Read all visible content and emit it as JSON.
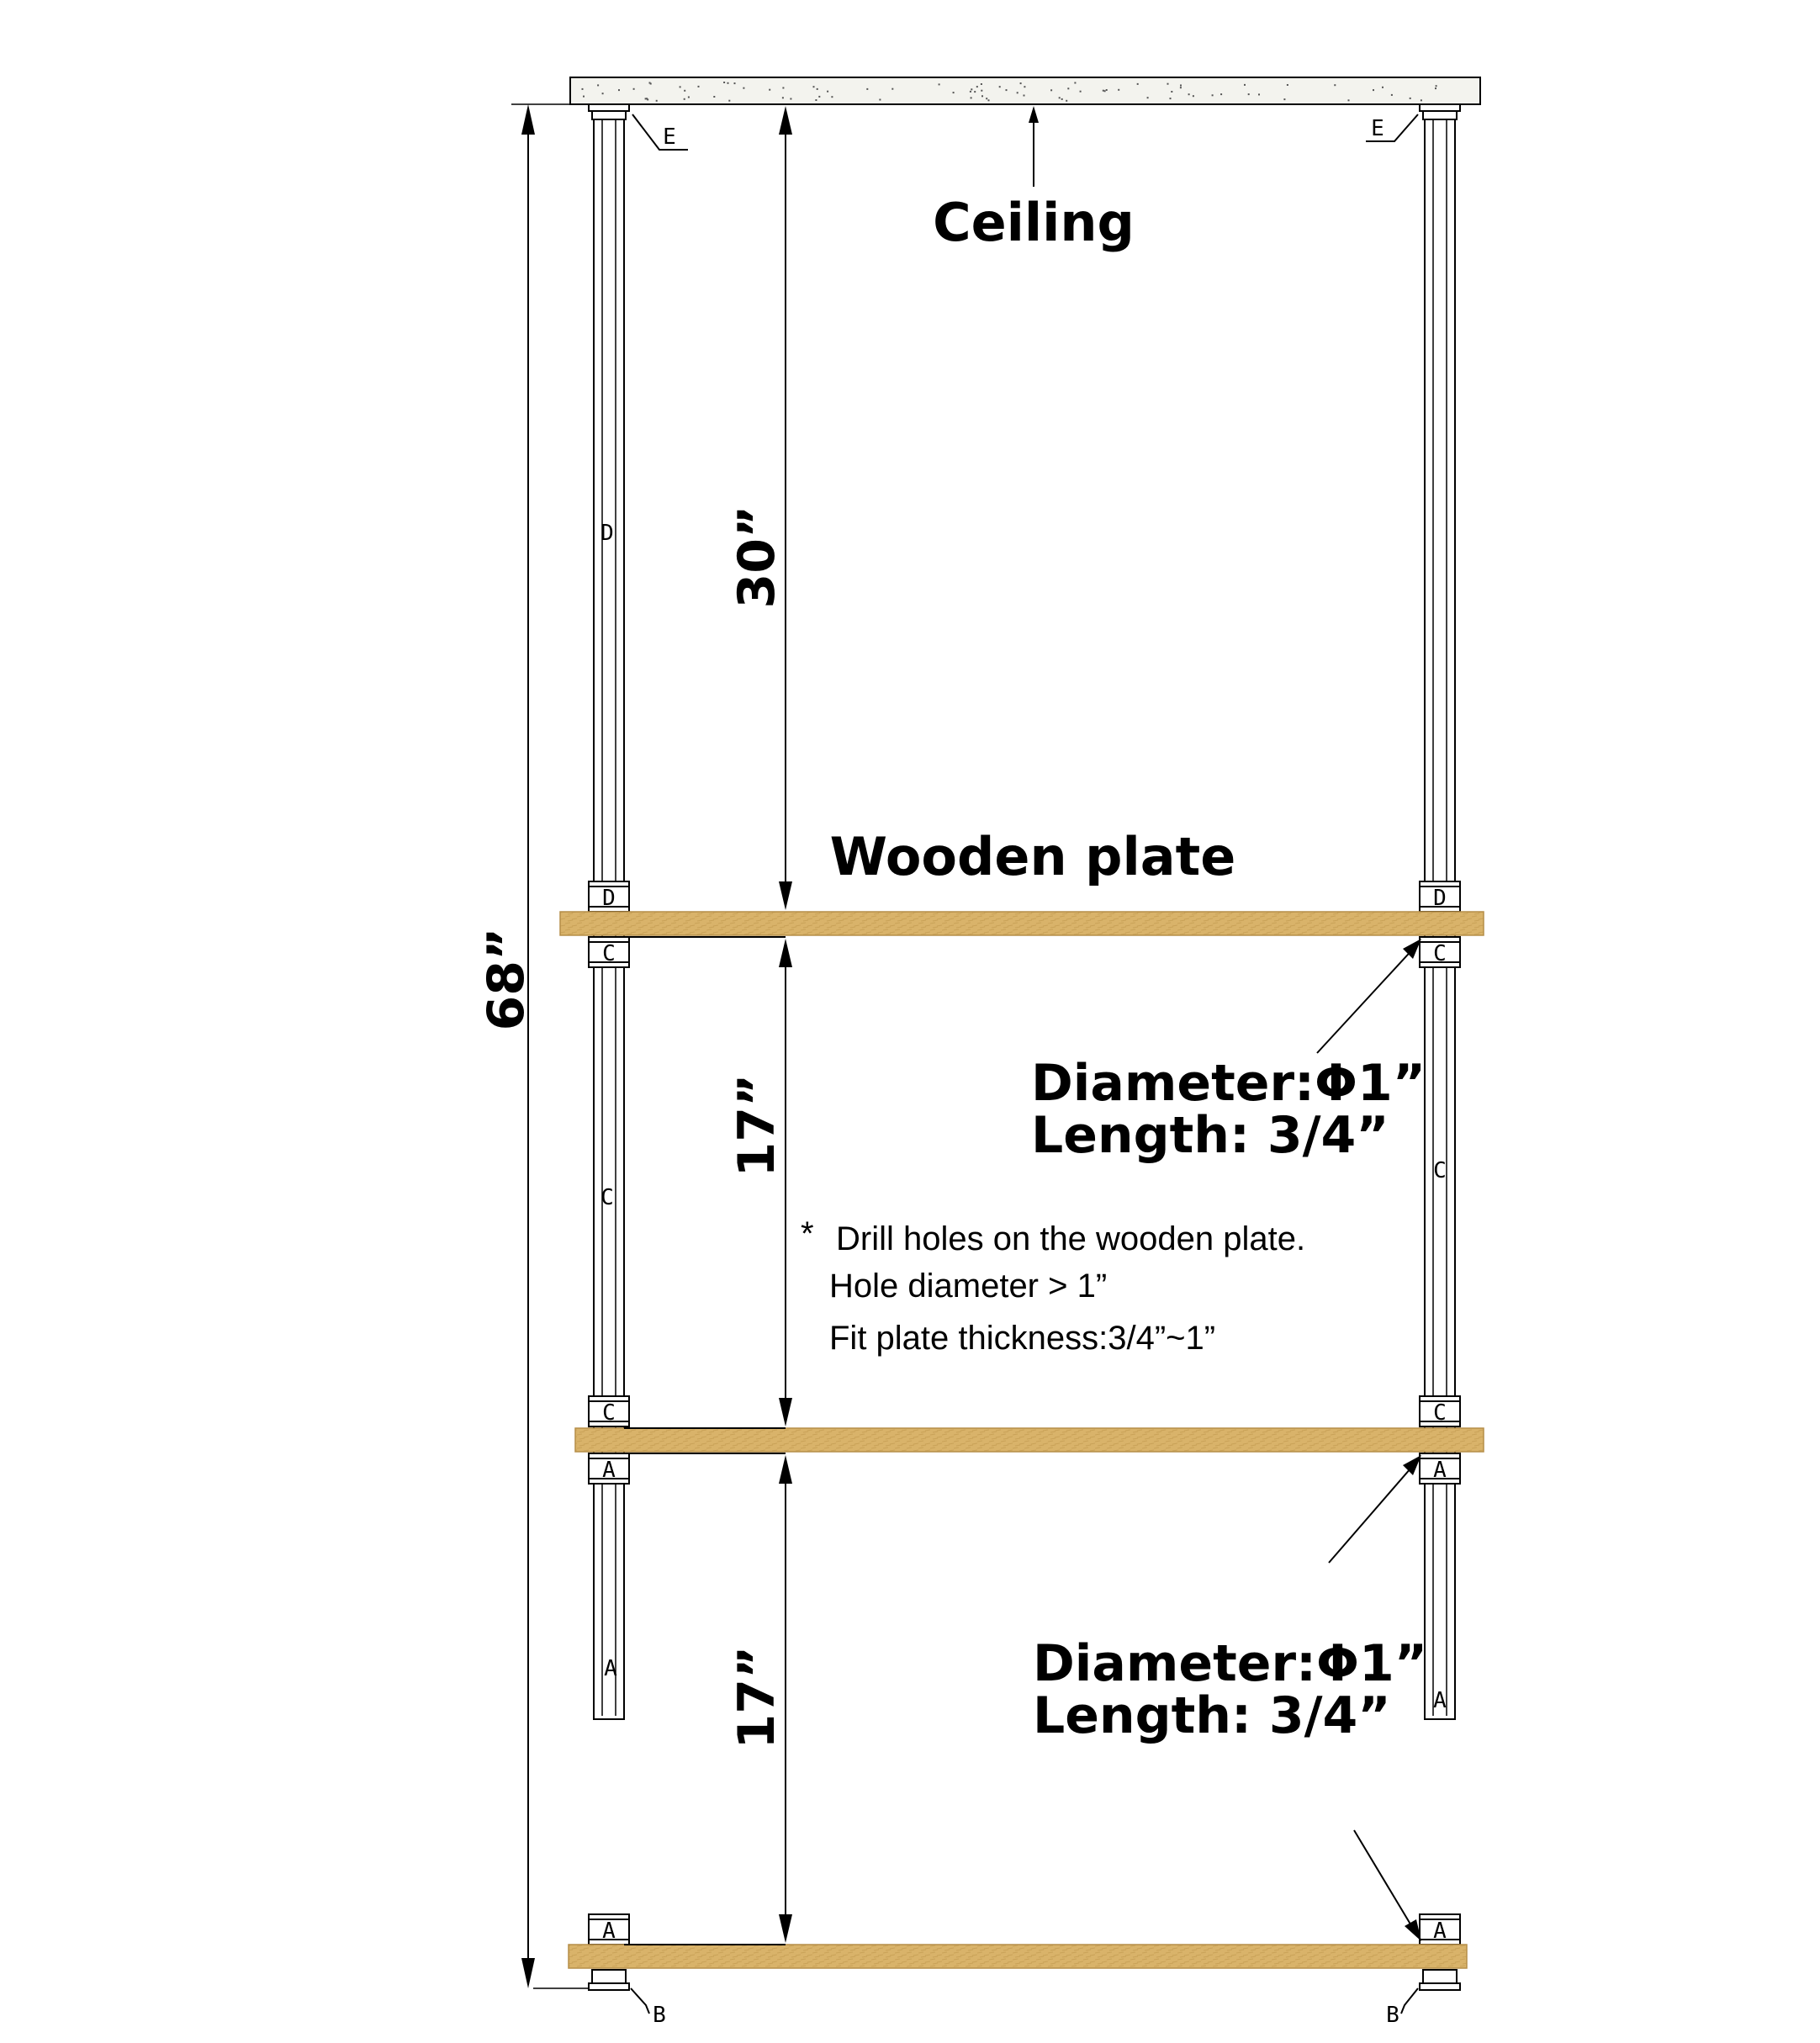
{
  "labels": {
    "ceiling": "Ceiling",
    "wooden_plate": "Wooden plate",
    "dim_total": "68”",
    "dim_top": "30”",
    "dim_mid": "17”",
    "dim_bottom": "17”",
    "spec_upper_diameter": "Diameter:Φ1”",
    "spec_upper_length": "Length: 3/4”",
    "spec_lower_diameter": "Diameter:Φ1”",
    "spec_lower_length": "Length: 3/4”",
    "note_star": "*",
    "note_line1": "Drill holes on the wooden plate.",
    "note_line2": "Hole diameter > 1”",
    "note_line3": "Fit plate thickness:3/4”~1”"
  },
  "parts": {
    "A": "A",
    "B": "B",
    "C": "C",
    "D": "D",
    "E": "E"
  },
  "colors": {
    "wood": "#D9B36A",
    "wood_edge": "#B58E48",
    "ceiling_fill": "#F3F3EE",
    "line": "#000000"
  }
}
